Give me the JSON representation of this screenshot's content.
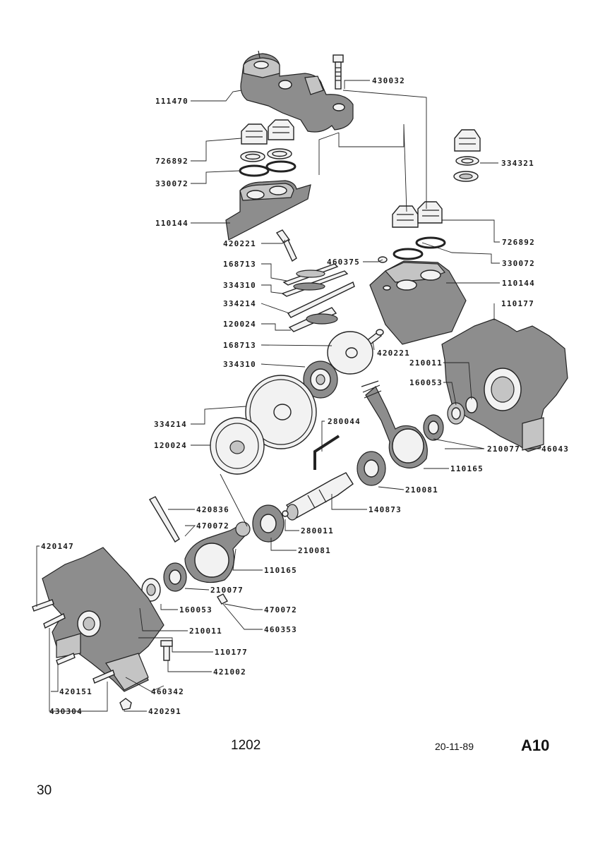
{
  "footer": {
    "model": "1202",
    "date": "20-11-89",
    "sheet": "A10",
    "page": "30"
  },
  "callouts": [
    {
      "id": "c01",
      "label": "111470"
    },
    {
      "id": "c02",
      "label": "430032"
    },
    {
      "id": "c03",
      "label": "726892"
    },
    {
      "id": "c04",
      "label": "330072"
    },
    {
      "id": "c05",
      "label": "334321"
    },
    {
      "id": "c06",
      "label": "110144"
    },
    {
      "id": "c07",
      "label": "420221"
    },
    {
      "id": "c08",
      "label": "726892"
    },
    {
      "id": "c09",
      "label": "168713"
    },
    {
      "id": "c10",
      "label": "460375"
    },
    {
      "id": "c11",
      "label": "330072"
    },
    {
      "id": "c12",
      "label": "334310"
    },
    {
      "id": "c13",
      "label": "110144"
    },
    {
      "id": "c14",
      "label": "334214"
    },
    {
      "id": "c15",
      "label": "110177"
    },
    {
      "id": "c16",
      "label": "120024"
    },
    {
      "id": "c17",
      "label": "168713"
    },
    {
      "id": "c18",
      "label": "420221"
    },
    {
      "id": "c19",
      "label": "334310"
    },
    {
      "id": "c20",
      "label": "210011"
    },
    {
      "id": "c21",
      "label": "160053"
    },
    {
      "id": "c22",
      "label": "334214"
    },
    {
      "id": "c23",
      "label": "280044"
    },
    {
      "id": "c24",
      "label": "120024"
    },
    {
      "id": "c25",
      "label": "210077"
    },
    {
      "id": "c26",
      "label": "46043"
    },
    {
      "id": "c27",
      "label": "110165"
    },
    {
      "id": "c28",
      "label": "210081"
    },
    {
      "id": "c29",
      "label": "420836"
    },
    {
      "id": "c30",
      "label": "140873"
    },
    {
      "id": "c31",
      "label": "470072"
    },
    {
      "id": "c32",
      "label": "280011"
    },
    {
      "id": "c33",
      "label": "420147"
    },
    {
      "id": "c34",
      "label": "210081"
    },
    {
      "id": "c35",
      "label": "110165"
    },
    {
      "id": "c36",
      "label": "210077"
    },
    {
      "id": "c37",
      "label": "160053"
    },
    {
      "id": "c38",
      "label": "470072"
    },
    {
      "id": "c39",
      "label": "460353"
    },
    {
      "id": "c40",
      "label": "210011"
    },
    {
      "id": "c41",
      "label": "110177"
    },
    {
      "id": "c42",
      "label": "421002"
    },
    {
      "id": "c43",
      "label": "420151"
    },
    {
      "id": "c44",
      "label": "460342"
    },
    {
      "id": "c45",
      "label": "430304"
    },
    {
      "id": "c46",
      "label": "420291"
    }
  ]
}
